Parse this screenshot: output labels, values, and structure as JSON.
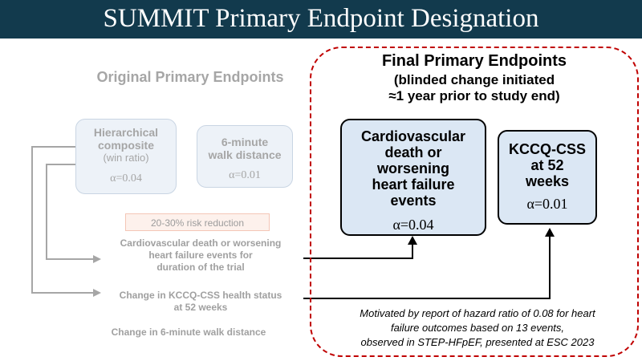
{
  "title": "SUMMIT Primary Endpoint Designation",
  "original": {
    "heading": "Original Primary Endpoints",
    "box1": {
      "l1": "Hierarchical",
      "l2": "composite",
      "l3": "(win ratio)",
      "alpha": "α=0.04"
    },
    "box2": {
      "l1": "6-minute",
      "l2": "walk distance",
      "alpha": "α=0.01"
    },
    "risk_label": "20-30% risk reduction",
    "item1": {
      "l1": "Cardiovascular death or worsening",
      "l2": "heart failure events for",
      "l3": "duration of the trial"
    },
    "item2": {
      "l1": "Change in KCCQ-CSS health status",
      "l2": "at 52 weeks"
    },
    "item3": "Change in 6-minute walk distance"
  },
  "final": {
    "heading": "Final Primary Endpoints",
    "sub1": "(blinded change initiated",
    "sub2": "≈1 year prior to study end)",
    "box1": {
      "l1": "Cardiovascular",
      "l2": "death or",
      "l3": "worsening",
      "l4": "heart failure",
      "l5": "events",
      "alpha": "α=0.04"
    },
    "box2": {
      "l1": "KCCQ-CSS",
      "l2": "at 52",
      "l3": "weeks",
      "alpha": "α=0.01"
    }
  },
  "note": {
    "l1": "Motivated by report of hazard ratio of 0.08 for heart",
    "l2": "failure outcomes based on 13 events,",
    "l3": "observed in STEP-HFpEF, presented at ESC 2023"
  },
  "colors": {
    "title_bg": "#123a4d",
    "dashed": "#c00000",
    "box_fill": "#dbe7f4",
    "grey_text": "#a6a6a6"
  }
}
